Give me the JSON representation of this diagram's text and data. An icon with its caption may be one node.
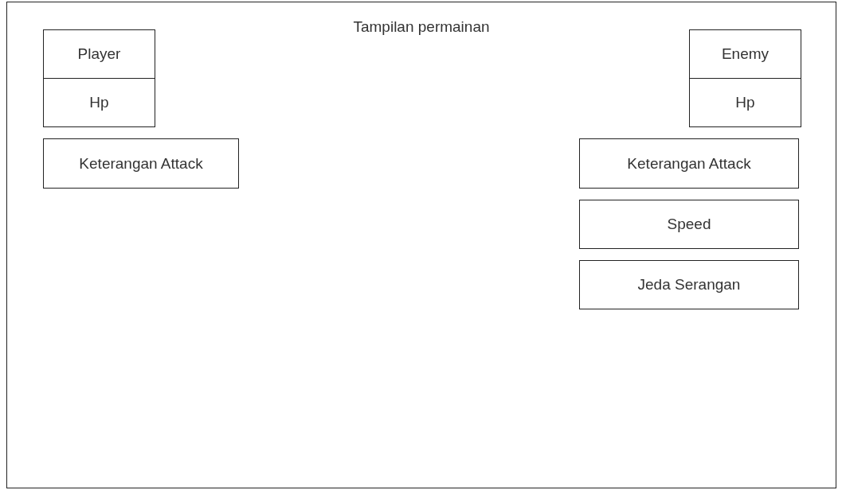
{
  "diagram": {
    "nodes": [
      {
        "text": [
          "Tampilan permainan"
        ]
      },
      {
        "text": [
          "Player"
        ],
        "in": 0
      },
      {
        "text": [
          "Enemy"
        ],
        "in": 0
      },
      {
        "text": [
          "Hp"
        ],
        "in": 0
      },
      {
        "text": [
          "Hp"
        ],
        "in": 0
      },
      {
        "text": [
          "Keterangan Attack"
        ],
        "in": 0
      },
      {
        "text": [
          "Keterangan Attack"
        ],
        "in": 0
      },
      {
        "text": [
          "Speed"
        ],
        "in": 0
      },
      {
        "text": [
          "Jeda Serangan"
        ],
        "in": 0
      }
    ]
  }
}
